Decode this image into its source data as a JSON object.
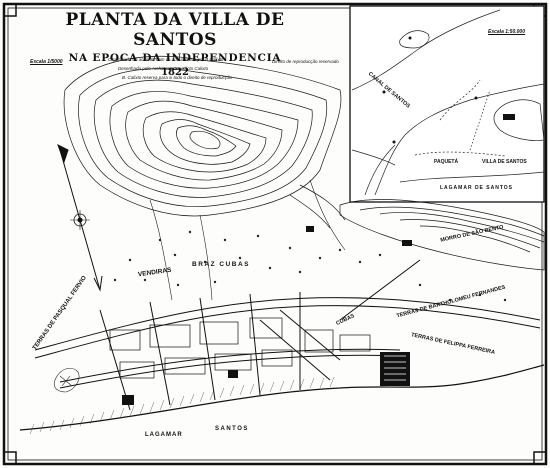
{
  "title": {
    "line1": "PLANTA DA VILLA DE SANTOS",
    "line2": "NA EPOCA DA INDEPENDENCIA",
    "year": "1822"
  },
  "credits": {
    "organized": "Organisada de accordo com os documentos por B.Calixto",
    "drawn": "Desenhada pelo Architecto Benedicto Calixto",
    "reserved": "B. Calixto  reserva para si todo o direito de reproducção",
    "rights": "Direito de reproducção reservado"
  },
  "scale_main": "Escala 1/5000",
  "scale_inset": "Escala 1:50.000",
  "labels": {
    "vendiras": "VENDIRAS",
    "braz_cubas": "BRAZ CUBAS",
    "pasqual": "TERRAS DE PASQUAL FERVIO",
    "sao_bento": "MORRO DE SÃO BENTO",
    "bartholomeu": "TERRAS DE BARTHOLOMEU FERNANDES",
    "felippa": "TERRAS DE FELIPPA FERREIRA",
    "cubas": "CUBAS",
    "lagamar": "LAGAMAR",
    "santos": "SANTOS"
  },
  "inset_labels": {
    "canal": "CANAL DE SANTOS",
    "paqueta": "PAQUETÁ",
    "villa": "VILLA DE SANTOS",
    "lagamar": "LAGAMAR DE SANTOS"
  }
}
